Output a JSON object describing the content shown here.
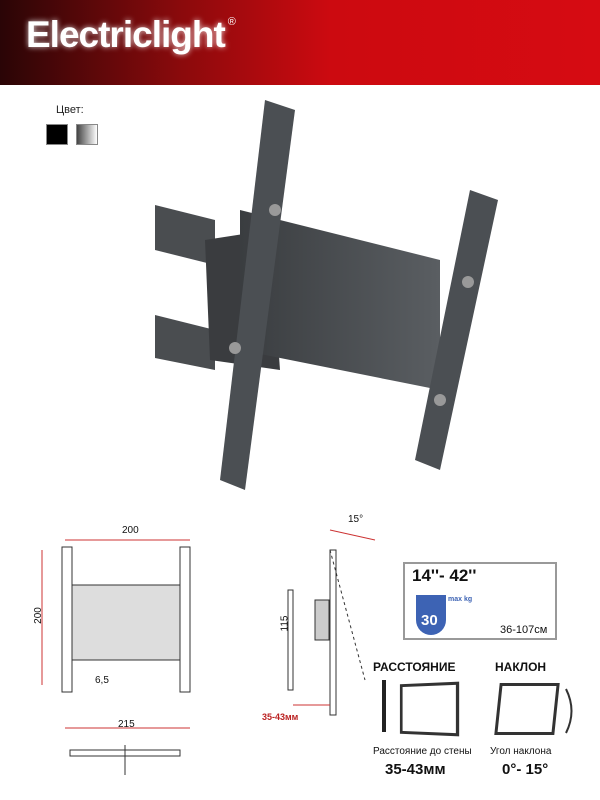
{
  "brand": {
    "logo": "Electriclight",
    "registered": "®"
  },
  "colors_label": "Цвет:",
  "swatches": [
    {
      "name": "black",
      "color": "#000000"
    },
    {
      "name": "silver",
      "color": "#b0b0b0"
    }
  ],
  "drawing_front": {
    "width": "200",
    "height": "200",
    "offset": "6,5",
    "bottom_width": "215"
  },
  "drawing_side": {
    "tilt": "15°",
    "depth": "115",
    "distance": "35-43мм"
  },
  "specs": {
    "screen_size": "14''- 42''",
    "max_load_label": "max kg",
    "max_load": "30",
    "screen_cm": "36-107см"
  },
  "features": [
    {
      "title": "РАССТОЯНИЕ",
      "caption": "Расстояние до стены",
      "value": "35-43мм"
    },
    {
      "title": "НАКЛОН",
      "caption": "Угол наклона",
      "value": "0°- 15°"
    }
  ]
}
